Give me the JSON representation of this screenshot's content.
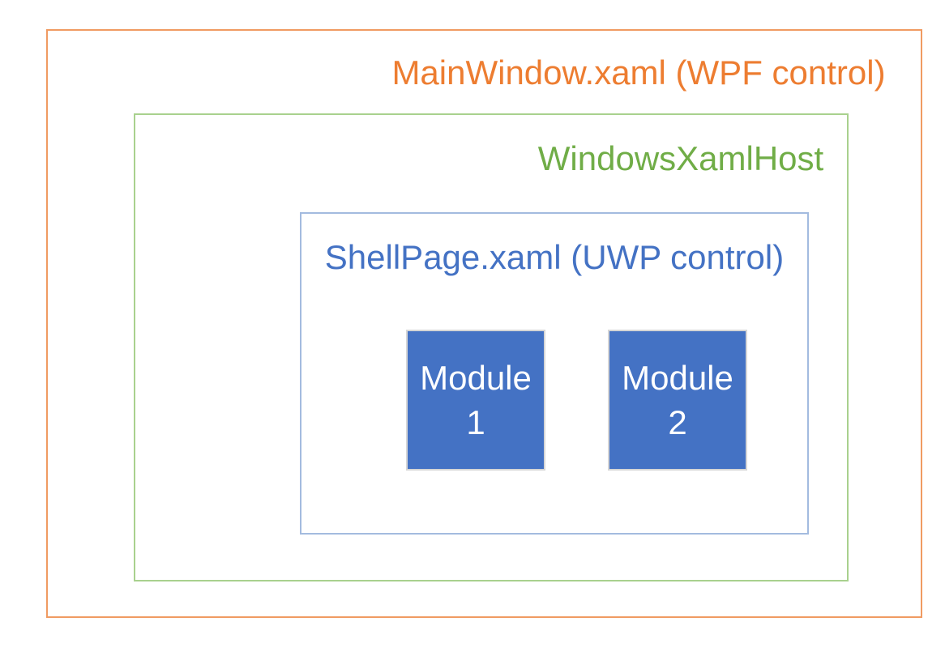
{
  "diagram": {
    "outer_box": {
      "label": "MainWindow.xaml (WPF control)",
      "text_color": "#ED7D31",
      "border_color": "#F09B62"
    },
    "host_box": {
      "label": "WindowsXamlHost",
      "text_color": "#70AD47",
      "border_color": "#A9D18E"
    },
    "shell_box": {
      "label": "ShellPage.xaml (UWP control)",
      "text_color": "#4472C4",
      "border_color": "#A3BBDF"
    },
    "modules": [
      {
        "line1": "Module",
        "line2": "1"
      },
      {
        "line1": "Module",
        "line2": "2"
      }
    ],
    "module_style": {
      "fill_color": "#4472C4",
      "border_color": "#D6D6D6",
      "text_color": "#FFFFFF"
    }
  }
}
